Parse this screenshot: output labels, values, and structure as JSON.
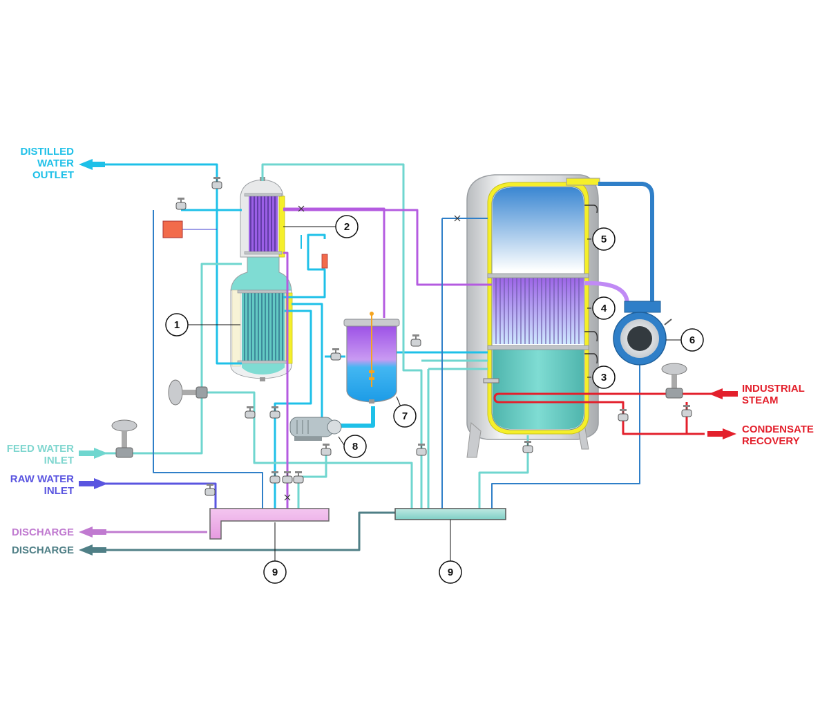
{
  "labels": {
    "distilled_water_outlet": [
      "DISTILLED",
      "WATER",
      "OUTLET"
    ],
    "feed_water_inlet": [
      "FEED WATER",
      "INLET"
    ],
    "raw_water_inlet": [
      "RAW WATER",
      "INLET"
    ],
    "discharge_1": "DISCHARGE",
    "discharge_2": "DISCHARGE",
    "industrial_steam": [
      "INDUSTRIAL",
      "STEAM"
    ],
    "condensate_recovery": [
      "CONDENSATE",
      "RECOVERY"
    ]
  },
  "callouts": {
    "c1": "1",
    "c2": "2",
    "c3": "3",
    "c4": "4",
    "c5": "5",
    "c6": "6",
    "c7": "7",
    "c8": "8",
    "c9a": "9",
    "c9b": "9"
  },
  "colors": {
    "distilled": "#1ec0e8",
    "feed": "#6fd6cf",
    "raw": "#5a55e0",
    "purple": "#b45be0",
    "discharge_pink": "#c07ad0",
    "discharge_teal": "#4f7f86",
    "steam": "#e3202c",
    "blue_line": "#2f7fc8",
    "vessel_gray": "#d4d6d8",
    "jacket_yellow": "#f5ef2a",
    "alarm_orange": "#f26b4b"
  }
}
